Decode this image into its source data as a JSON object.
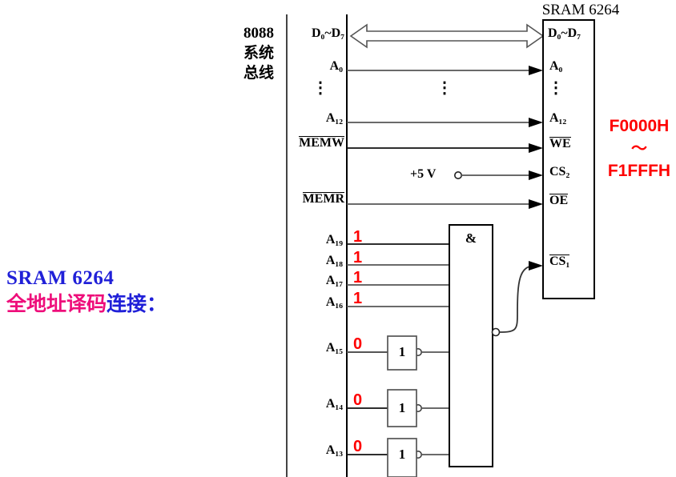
{
  "caption": {
    "line1": "SRAM 6264",
    "line2_part1": "全地址译码",
    "line2_part2": "连接：",
    "color_line1": "#2020d8",
    "color_part1": "#ee0d7a",
    "color_part2": "#2020d8"
  },
  "bus": {
    "title_line1": "8088",
    "title_line2": "系统",
    "title_line3": "总线",
    "signals": [
      {
        "name": "D",
        "sub": "0",
        "name2": "~D",
        "sub2": "7",
        "overline": false
      },
      {
        "name": "A",
        "sub": "0",
        "overline": false
      },
      {
        "name": "vdots",
        "overline": false
      },
      {
        "name": "A",
        "sub": "12",
        "overline": false
      },
      {
        "name": "MEMW",
        "overline": true
      },
      {
        "name": "MEMR",
        "overline": true
      },
      {
        "name": "A",
        "sub": "19",
        "overline": false
      },
      {
        "name": "A",
        "sub": "18",
        "overline": false
      },
      {
        "name": "A",
        "sub": "17",
        "overline": false
      },
      {
        "name": "A",
        "sub": "16",
        "overline": false
      },
      {
        "name": "A",
        "sub": "15",
        "overline": false
      },
      {
        "name": "A",
        "sub": "14",
        "overline": false
      },
      {
        "name": "A",
        "sub": "13",
        "overline": false
      }
    ],
    "labels": {
      "d0_d7": "D₀~D₇",
      "a0": "A₀",
      "a12": "A₁₂",
      "memw": "MEMW",
      "memr": "MEMR",
      "a19": "A₁₉",
      "a18": "A₁₈",
      "a17": "A₁₇",
      "a16": "A₁₆",
      "a15": "A₁₅",
      "a14": "A₁₄",
      "a13": "A₁₃",
      "vdots": "⋮"
    }
  },
  "chip": {
    "title": "SRAM 6264",
    "pins": {
      "d0_d7": "D₀~D₇",
      "a0": "A₀",
      "vdots": "⋮",
      "a12": "A₁₂",
      "we": "WE",
      "cs2": "CS₂",
      "oe": "OE",
      "cs1": "CS₁"
    },
    "address_range_start": "F0000H",
    "address_range_tilde": "～",
    "address_range_end": "F1FFFH",
    "address_range_color": "#fe0000"
  },
  "power": {
    "label": "+5 V"
  },
  "logic": {
    "and_gate_symbol": "&",
    "inverter_symbol": "1",
    "inverter_count": 3,
    "bit_values": [
      "1",
      "1",
      "1",
      "1",
      "0",
      "0",
      "0"
    ],
    "bit_color": "#fe0000"
  },
  "middle_dots": "⋮"
}
